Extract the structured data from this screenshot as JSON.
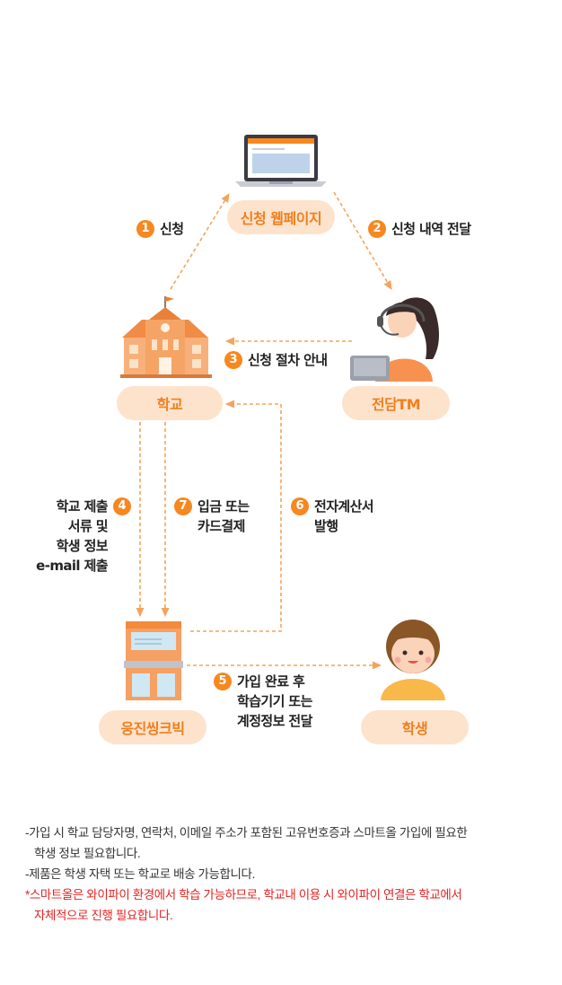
{
  "nodes": {
    "webpage": "신청 웹페이지",
    "school": "학교",
    "tm": "전담TM",
    "company": "웅진씽크빅",
    "student": "학생"
  },
  "steps": {
    "s1": {
      "num": "1",
      "text": "신청"
    },
    "s2": {
      "num": "2",
      "text": "신청 내역 전달"
    },
    "s3": {
      "num": "3",
      "text": "신청 절차 안내"
    },
    "s4": {
      "num": "4",
      "lines": [
        "학교 제출",
        "서류 및",
        "학생 정보",
        "e-mail 제출"
      ]
    },
    "s5": {
      "num": "5",
      "lines": [
        "가입 완료 후",
        "학습기기 또는",
        "계정정보 전달"
      ]
    },
    "s6": {
      "num": "6",
      "lines": [
        "전자계산서",
        "발행"
      ]
    },
    "s7": {
      "num": "7",
      "lines": [
        "입금 또는",
        "카드결제"
      ]
    }
  },
  "notes": {
    "n1a": "-가입 시 학교 담당자명, 연락처, 이메일 주소가 포함된 고유번호증과 스마트올 가입에 필요한",
    "n1b": "학생 정보 필요합니다.",
    "n2": "-제품은 학생 자택 또는 학교로 배송 가능합니다.",
    "n3a": "*스마트올은 와이파이 환경에서 학습 가능하므로, 학교내 이용 시 와이파이 연결은 학교에서",
    "n3b": "자체적으로 진행 필요합니다."
  },
  "colors": {
    "accent": "#f6881f",
    "pill_bg": "#fde3cc",
    "pill_text": "#f07f1f",
    "note_red": "#e52222"
  }
}
